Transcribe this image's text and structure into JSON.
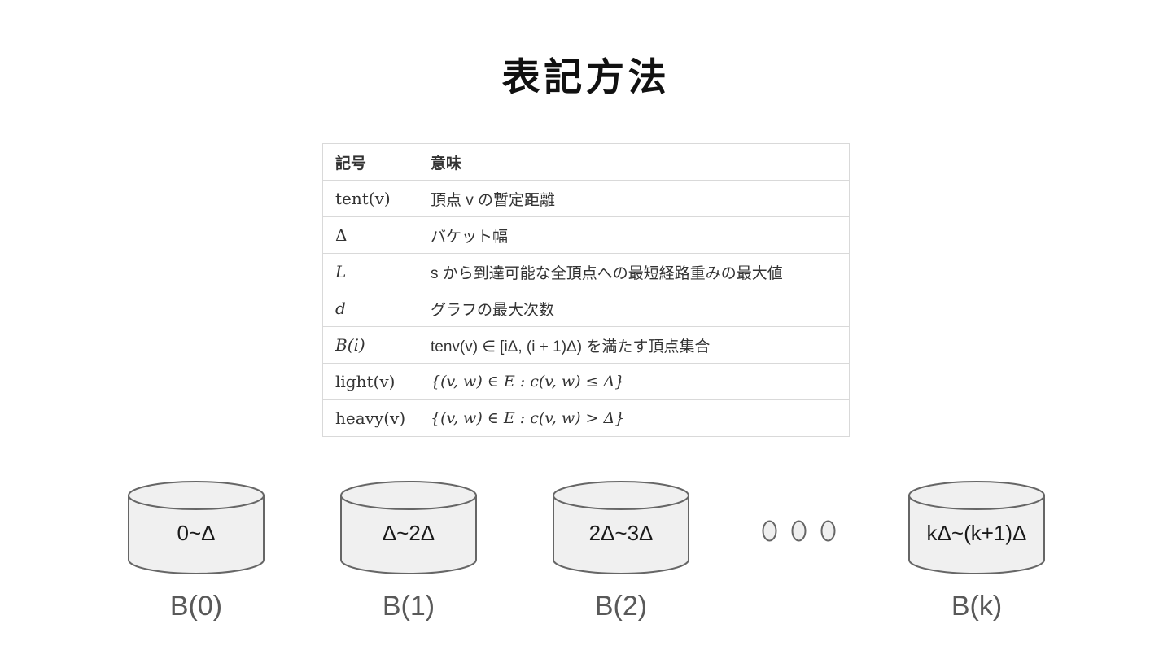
{
  "slide": {
    "title": "表記方法"
  },
  "table": {
    "headers": {
      "symbol": "記号",
      "meaning": "意味"
    },
    "rows": [
      {
        "symbol": "tent(v)",
        "meaning": "頂点 v の暫定距離"
      },
      {
        "symbol": "Δ",
        "meaning": "バケット幅"
      },
      {
        "symbol": "L",
        "meaning": "s から到達可能な全頂点への最短経路重みの最大値"
      },
      {
        "symbol": "d",
        "meaning": "グラフの最大次数"
      },
      {
        "symbol": "B(i)",
        "meaning": "tenv(v) ∈ [iΔ, (i + 1)Δ) を満たす頂点集合"
      },
      {
        "symbol": "light(v)",
        "meaning": "{(v, w) ∈ E : c(v, w) ≤ Δ}"
      },
      {
        "symbol": "heavy(v)",
        "meaning": "{(v, w) ∈ E : c(v, w) > Δ}"
      }
    ]
  },
  "buckets": [
    {
      "range": "0~Δ",
      "label": "B(0)"
    },
    {
      "range": "Δ~2Δ",
      "label": "B(1)"
    },
    {
      "range": "2Δ~3Δ",
      "label": "B(2)"
    },
    {
      "range": "kΔ~(k+1)Δ",
      "label": "B(k)"
    }
  ],
  "colors": {
    "title_text": "#111111",
    "table_border": "#d9d9d9",
    "table_text": "#333333",
    "cylinder_fill": "#f0f0f0",
    "cylinder_stroke": "#666666",
    "bucket_range_text": "#1a1a1a",
    "bucket_label_text": "#595959",
    "background": "#ffffff"
  }
}
